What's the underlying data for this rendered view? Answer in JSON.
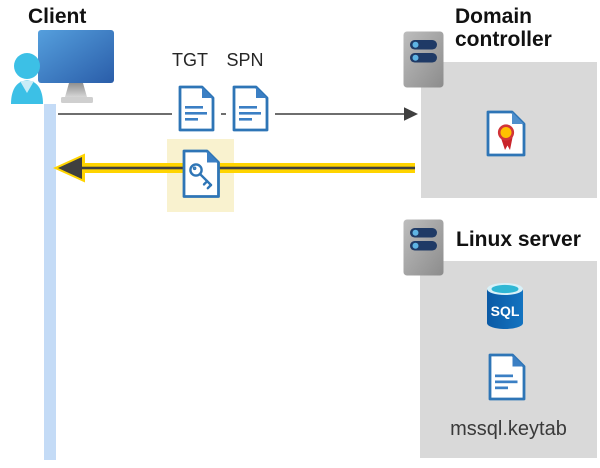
{
  "client": {
    "label": "Client"
  },
  "flow": {
    "tgt_label": "TGT",
    "spn_label": "SPN",
    "request_arrow_direction": "client-to-domain-controller",
    "response_arrow_direction": "domain-controller-to-client"
  },
  "domain_controller": {
    "title": "Domain controller"
  },
  "linux_server": {
    "title": "Linux server",
    "sql_icon_text": "SQL",
    "keytab_label": "mssql.keytab"
  },
  "icons": {
    "client": "person-monitor-icon",
    "domain_controller": "server-icon",
    "linux_server": "server-icon",
    "tgt": "document-icon",
    "spn": "document-icon",
    "service_ticket": "key-document-icon",
    "certificate": "certificate-icon",
    "database": "sql-database-icon",
    "keytab_file": "document-icon"
  },
  "colors": {
    "accent_yellow": "#ffd400",
    "highlight_yellow": "#f9f2cf",
    "doc_blue": "#2e75b6",
    "doc_fold_blue": "#3b7fc4",
    "box_gray": "#d9d9d9",
    "timeline_blue": "#c4dbf6",
    "arrow_dark": "#3f3f3f",
    "line_gray": "#595959",
    "cert_red": "#c9242b",
    "cert_gold": "#ffc000",
    "sql_blue": "#0e64b2",
    "sql_top_cyan": "#2fb7d4",
    "person_cyan": "#3cc0e6",
    "server_slot_navy": "#1f3a66"
  }
}
